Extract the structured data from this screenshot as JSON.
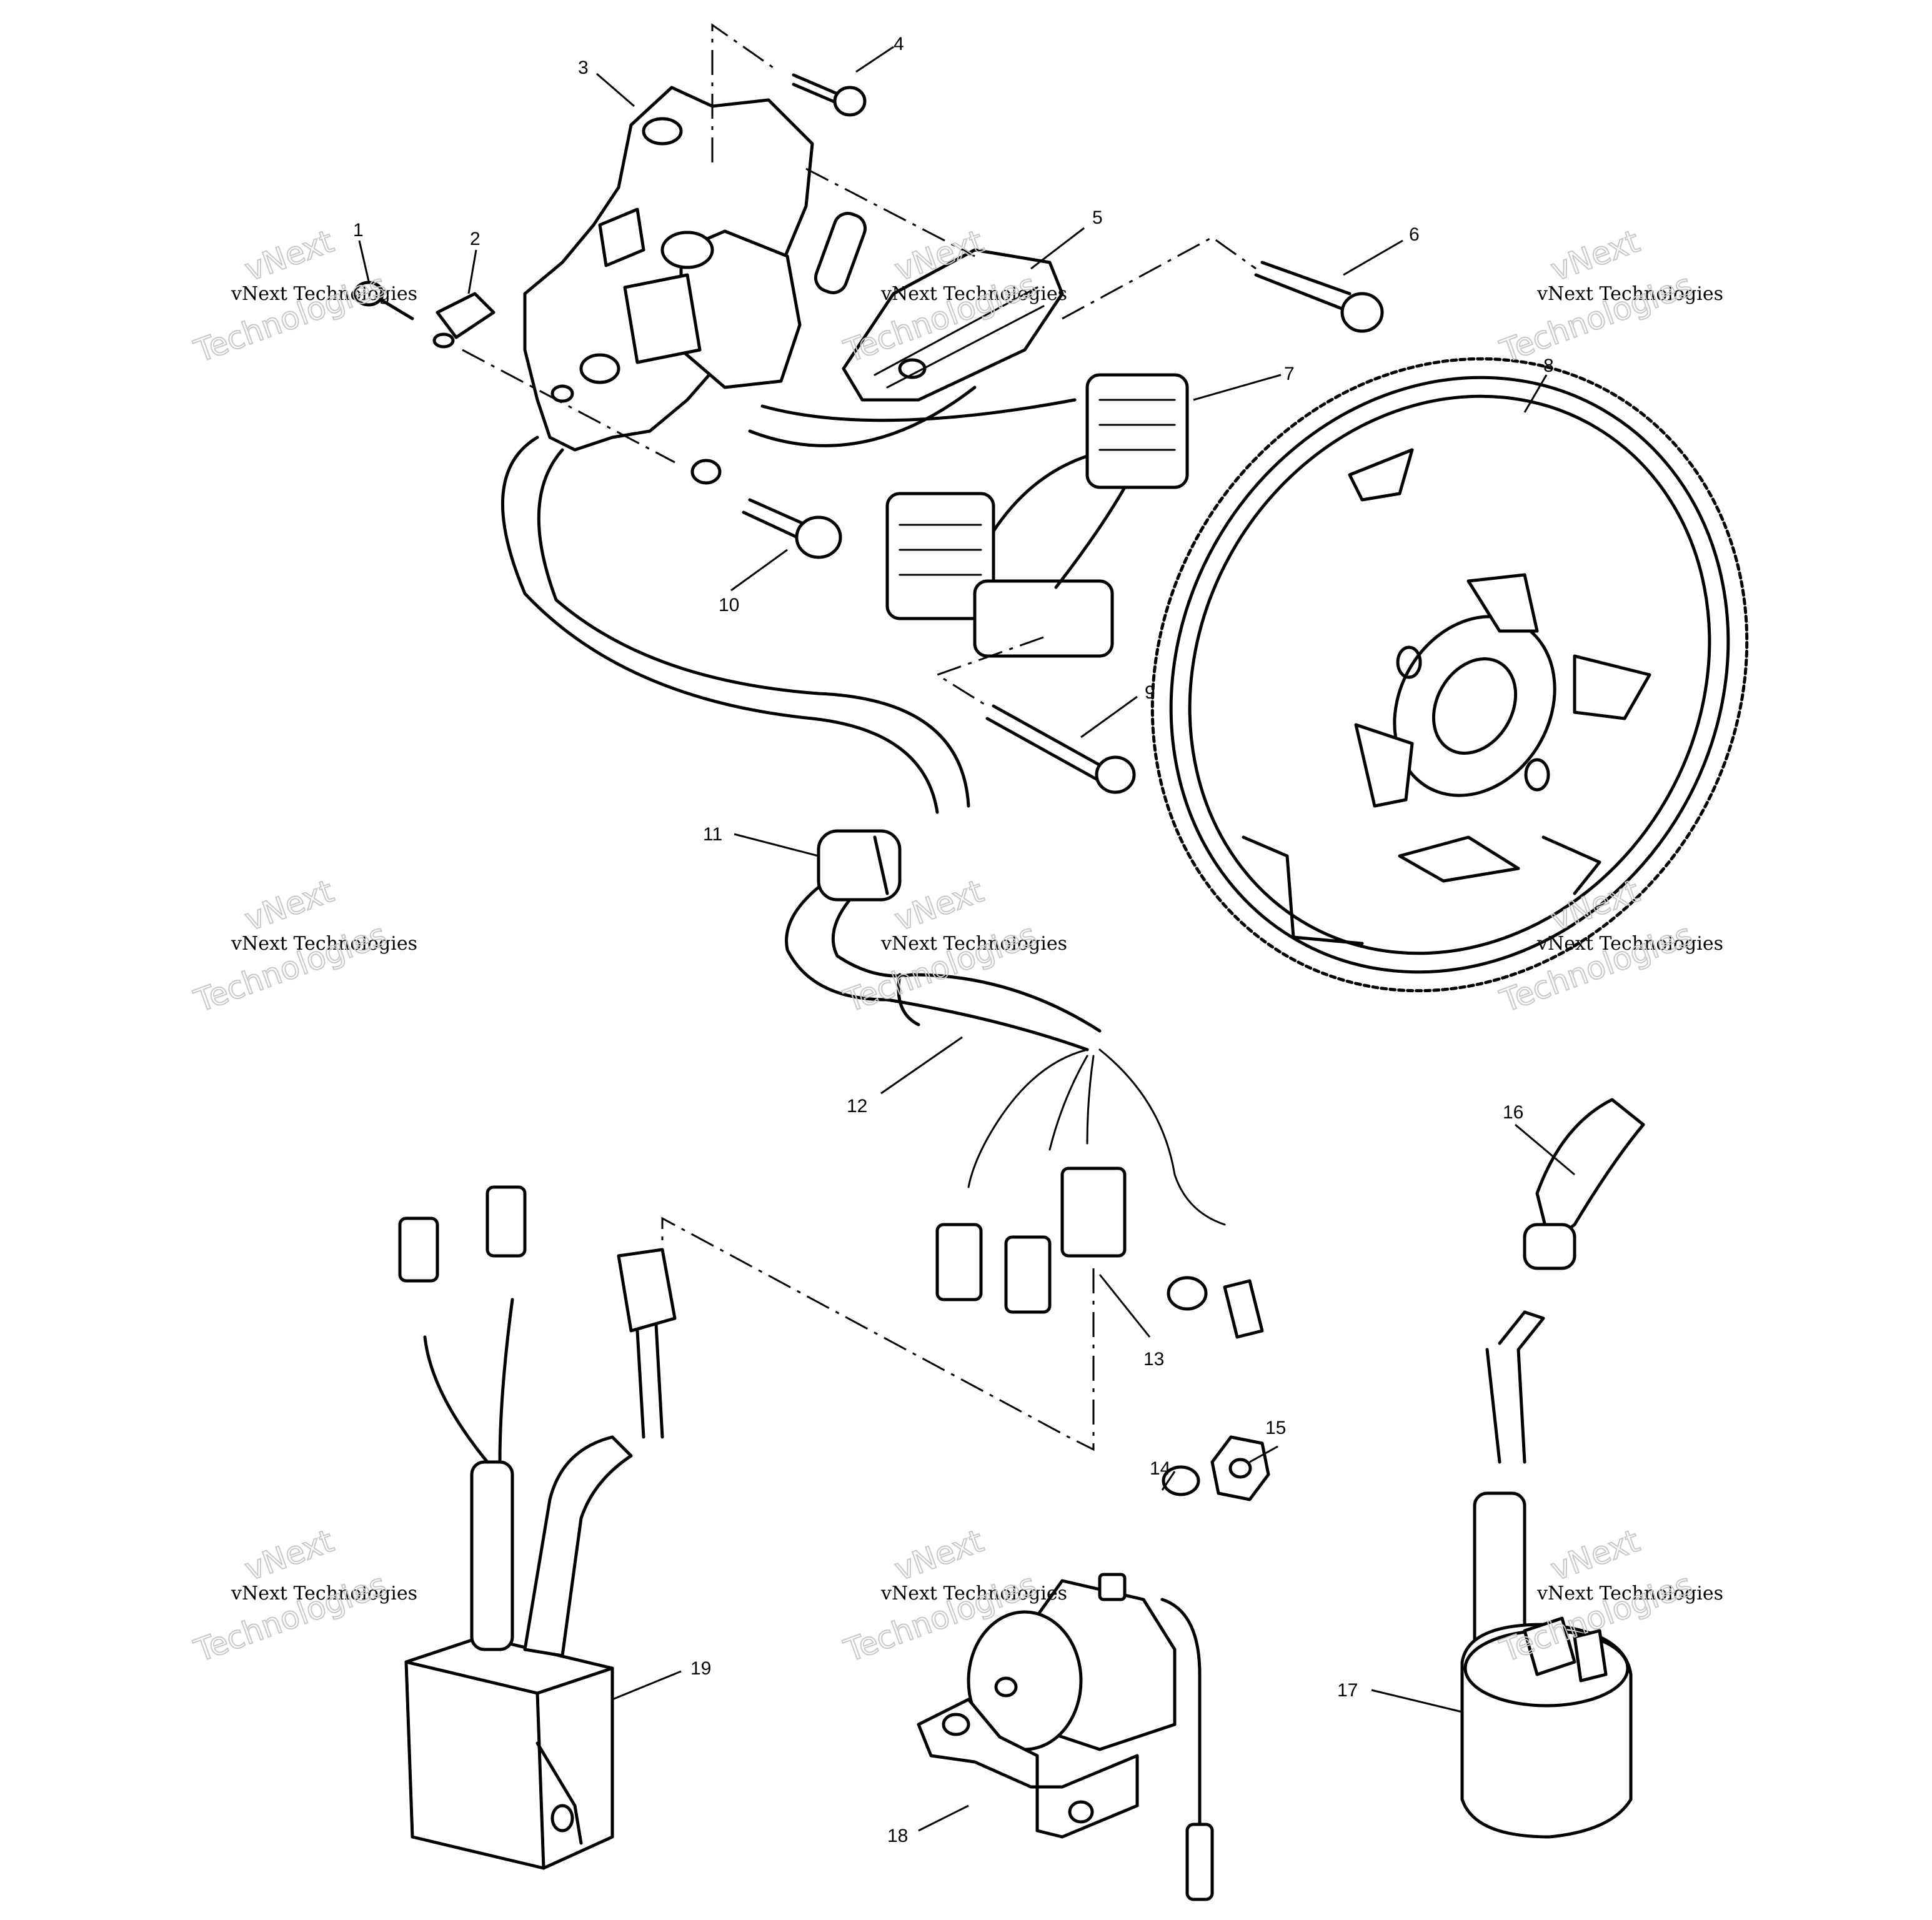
{
  "callouts": [
    {
      "label": "1"
    },
    {
      "label": "2"
    },
    {
      "label": "3"
    },
    {
      "label": "4"
    },
    {
      "label": "5"
    },
    {
      "label": "6"
    },
    {
      "label": "7"
    },
    {
      "label": "8"
    },
    {
      "label": "9"
    },
    {
      "label": "10"
    },
    {
      "label": "11"
    },
    {
      "label": "12"
    },
    {
      "label": "13"
    },
    {
      "label": "14"
    },
    {
      "label": "15"
    },
    {
      "label": "16"
    },
    {
      "label": "17"
    },
    {
      "label": "18"
    },
    {
      "label": "19"
    }
  ],
  "watermark": {
    "brand": "vNext",
    "company": "vNext Technologies",
    "word": "Technologies"
  }
}
